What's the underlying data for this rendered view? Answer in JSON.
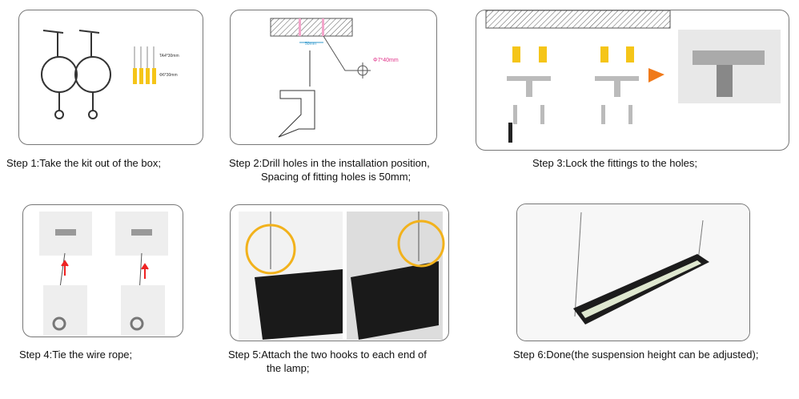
{
  "steps": [
    {
      "caption": "Step 1:Take the kit out of the box;",
      "labels": {
        "screw": "TA4*30mm",
        "anchor": "Φ6*30mm"
      }
    },
    {
      "caption_line1": "Step 2:Drill holes in the installation position,",
      "caption_line2": "Spacing of fitting holes is 50mm;",
      "labels": {
        "spacing": "50mm",
        "hole": "Φ7*40mm"
      }
    },
    {
      "caption": "Step 3:Lock the fittings to the holes;"
    },
    {
      "caption": "Step 4:Tie the wire rope;"
    },
    {
      "caption_line1": "Step 5:Attach the two hooks to each end of",
      "caption_line2": "the lamp;"
    },
    {
      "caption": "Step 6:Done(the suspension height can be adjusted);"
    }
  ],
  "colors": {
    "highlight": "#f2b21c",
    "arrow": "#f07a1a",
    "anchor": "#f5c518",
    "dimension": "#e0338a"
  }
}
